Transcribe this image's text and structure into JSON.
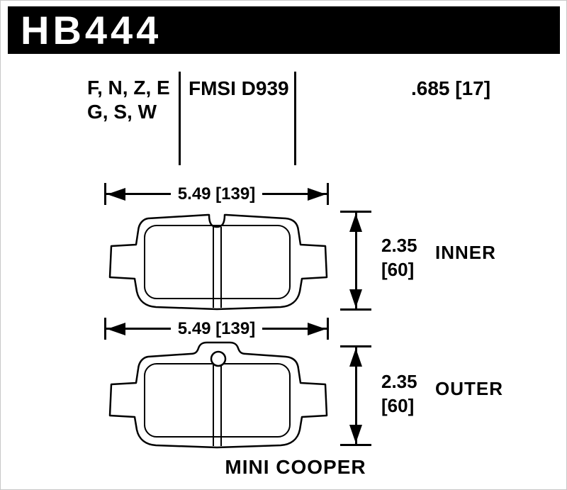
{
  "title": {
    "part_number": "HB444"
  },
  "specs": {
    "compound_codes_line1": "F, N, Z, E",
    "compound_codes_line2": "G, S, W",
    "fmsi_number": "FMSI D939",
    "nominal_thickness": ".685 [17]"
  },
  "pads": [
    {
      "position_label": "INNER",
      "width_dimension": "5.49 [139]",
      "thickness_in": "2.35",
      "thickness_mm": "[60]"
    },
    {
      "position_label": "OUTER",
      "width_dimension": "5.49 [139]",
      "thickness_in": "2.35",
      "thickness_mm": "[60]"
    }
  ],
  "vehicle": "MINI COOPER",
  "colors": {
    "header_bg": "#000000",
    "header_text": "#ffffff",
    "line": "#000000",
    "background": "#ffffff"
  }
}
